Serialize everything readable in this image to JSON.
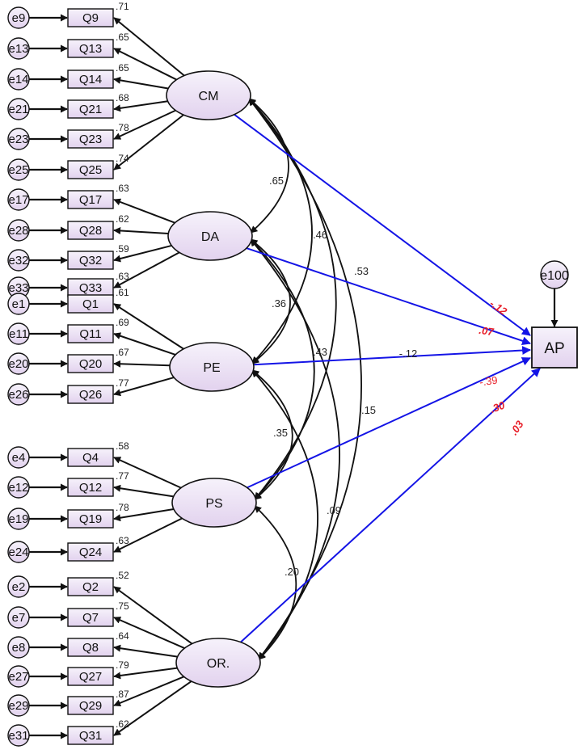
{
  "colors": {
    "node_fill_start": "#f6f2fb",
    "node_fill_end": "#e2d2ee",
    "stroke": "#111111",
    "structural_path": "#1414e6",
    "path_label": "#e8202a"
  },
  "latents": [
    {
      "id": "CM",
      "label": "CM",
      "items": [
        {
          "err": "e9",
          "item": "Q9",
          "loading": ".71"
        },
        {
          "err": "e13",
          "item": "Q13",
          "loading": ".65"
        },
        {
          "err": "e14",
          "item": "Q14",
          "loading": ".65"
        },
        {
          "err": "e21",
          "item": "Q21",
          "loading": ".68"
        },
        {
          "err": "e23",
          "item": "Q23",
          "loading": ".78"
        },
        {
          "err": "e25",
          "item": "Q25",
          "loading": ".74"
        }
      ]
    },
    {
      "id": "DA",
      "label": "DA",
      "items": [
        {
          "err": "e17",
          "item": "Q17",
          "loading": ".63"
        },
        {
          "err": "e28",
          "item": "Q28",
          "loading": ".62"
        },
        {
          "err": "e32",
          "item": "Q32",
          "loading": ".59"
        },
        {
          "err": "e33",
          "item": "Q33",
          "loading": ".63"
        }
      ]
    },
    {
      "id": "PE",
      "label": "PE",
      "items": [
        {
          "err": "e1",
          "item": "Q1",
          "loading": ".61"
        },
        {
          "err": "e11",
          "item": "Q11",
          "loading": ".69"
        },
        {
          "err": "e20",
          "item": "Q20",
          "loading": ".67"
        },
        {
          "err": "e26",
          "item": "Q26",
          "loading": ".77"
        }
      ]
    },
    {
      "id": "PS",
      "label": "PS",
      "items": [
        {
          "err": "e4",
          "item": "Q4",
          "loading": ".58"
        },
        {
          "err": "e12",
          "item": "Q12",
          "loading": ".77"
        },
        {
          "err": "e19",
          "item": "Q19",
          "loading": ".78"
        },
        {
          "err": "e24",
          "item": "Q24",
          "loading": ".63"
        }
      ]
    },
    {
      "id": "OR",
      "label": "OR.",
      "items": [
        {
          "err": "e2",
          "item": "Q2",
          "loading": ".52"
        },
        {
          "err": "e7",
          "item": "Q7",
          "loading": ".75"
        },
        {
          "err": "e8",
          "item": "Q8",
          "loading": ".64"
        },
        {
          "err": "e27",
          "item": "Q27",
          "loading": ".79"
        },
        {
          "err": "e29",
          "item": "Q29",
          "loading": ".87"
        },
        {
          "err": "e31",
          "item": "Q31",
          "loading": ".62"
        }
      ]
    }
  ],
  "covariances": [
    {
      "from": "CM",
      "to": "DA",
      "value": ".65"
    },
    {
      "from": "CM",
      "to": "PE",
      "value": ".46"
    },
    {
      "from": "CM",
      "to": "PS",
      "value": ".53"
    },
    {
      "from": "CM",
      "to": "OR",
      "value": "-.12"
    },
    {
      "from": "DA",
      "to": "PE",
      "value": ".36"
    },
    {
      "from": "DA",
      "to": "PS",
      "value": ".43"
    },
    {
      "from": "DA",
      "to": "OR",
      "value": ".15"
    },
    {
      "from": "PE",
      "to": "PS",
      "value": ".35"
    },
    {
      "from": "PE",
      "to": "OR",
      "value": ".09"
    },
    {
      "from": "PS",
      "to": "OR",
      "value": ".20"
    }
  ],
  "outcome": {
    "label": "AP",
    "error": "e100"
  },
  "paths": [
    {
      "from": "CM",
      "coef": "-.12"
    },
    {
      "from": "DA",
      "coef": ".07"
    },
    {
      "from": "PE",
      "coef": "-.39"
    },
    {
      "from": "PS",
      "coef": ".30"
    },
    {
      "from": "OR",
      "coef": ".03"
    }
  ]
}
